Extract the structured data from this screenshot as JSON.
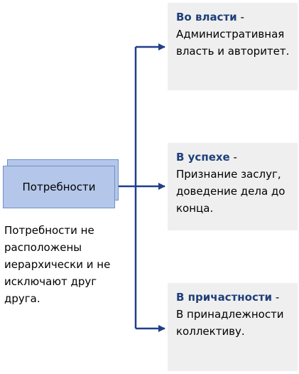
{
  "source": {
    "label": "Потребности"
  },
  "note": "Потребности не расположены иерархически и не исключают друг друга.",
  "panels": [
    {
      "title": "Во власти",
      "separator": " -",
      "text": "Административная власть и авторитет."
    },
    {
      "title": "В успехе",
      "separator": " -",
      "text": "Признание заслуг, доведение дела до конца."
    },
    {
      "title": "В причастности",
      "separator": " -",
      "text": "В принадлежности коллективу."
    }
  ],
  "colors": {
    "connector": "#1f3f8a",
    "box_fill": "#b4c7ea",
    "box_border": "#6f8fcb",
    "panel_fill": "#efefef",
    "title": "#1f3f7a"
  }
}
